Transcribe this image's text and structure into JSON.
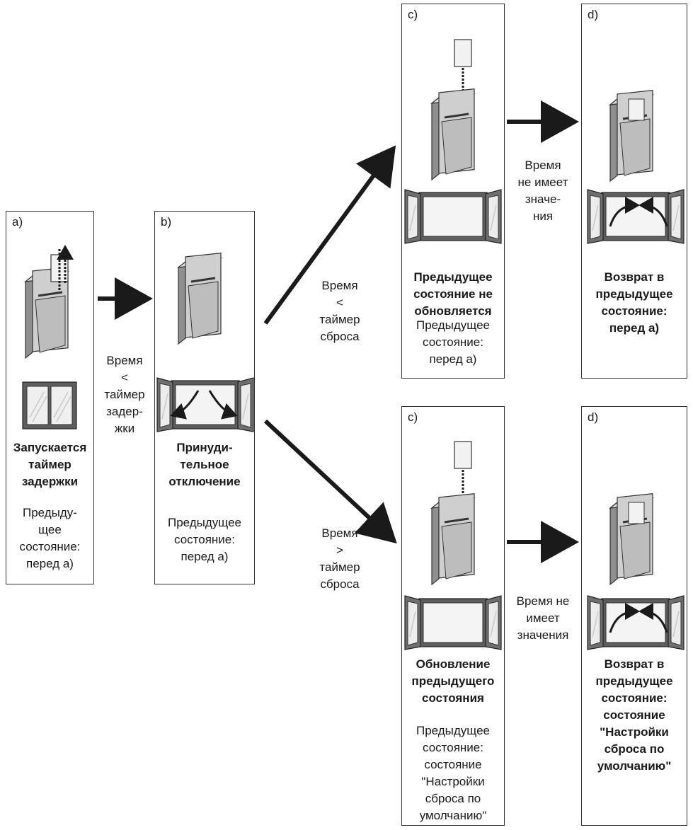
{
  "panels": [
    {
      "id": "a",
      "label": "a)",
      "title": "Запускается\nтаймер\nзадержки",
      "note": "Предыду-\nщее\nсостояние:\nперед а)"
    },
    {
      "id": "b",
      "label": "b)",
      "title": "Принуди-\nтельное\nотключение",
      "note": "Предыдущее\nсостояние:\nперед а)"
    },
    {
      "id": "c_top",
      "label": "c)",
      "title": "Предыдущее\nсостояние не\nобновляется",
      "note": "Предыдущее\nсостояние:\nперед а)"
    },
    {
      "id": "d_top",
      "label": "d)",
      "title": "Возврат в\nпредыдущее\nсостояние:\nперед а)",
      "note": ""
    },
    {
      "id": "c_bot",
      "label": "c)",
      "title": "Обновление\nпредыдущего\nсостояния",
      "note": "Предыдущее\nсостояние:\nсостояние\n\"Настройки\nсброса по\nумолчанию\""
    },
    {
      "id": "d_bot",
      "label": "d)",
      "title": "Возврат в\nпредыдущее\nсостояние:\nсостояние\n\"Настройки\nсброса по\nумолчанию\"",
      "note": ""
    }
  ],
  "transitions": {
    "a_to_b": "Время\n<\nтаймер\nзадер-\nжки",
    "b_to_c_top": "Время\n<\nтаймер\nсброса",
    "b_to_c_bot": "Время\n>\nтаймер\nсброса",
    "c_top_to_d_top": "Время\nне имеет\nзначе-\nния",
    "c_bot_to_d_bot": "Время не\nимеет\nзначения"
  },
  "colors": {
    "line": "#1a1a1a",
    "device": "#d4d4d4",
    "device_dark": "#8f8f8f",
    "frame": "#555555",
    "glass": "#eeeeee"
  }
}
